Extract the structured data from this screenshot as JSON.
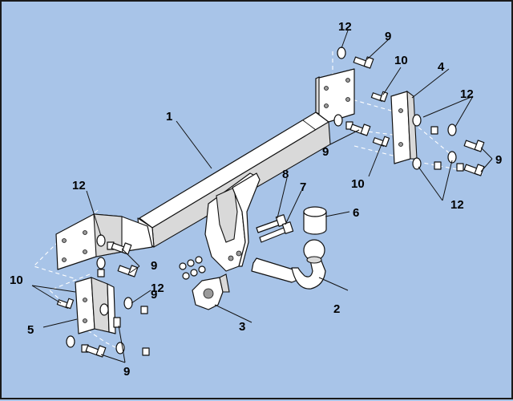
{
  "callouts": {
    "c1": "1",
    "c2": "2",
    "c3": "3",
    "c4": "4",
    "c5": "5",
    "c6": "6",
    "c7": "7",
    "c8": "8",
    "c9a": "9",
    "c9b": "9",
    "c9c": "9",
    "c9d": "9",
    "c9e": "9",
    "c9f": "9",
    "c10a": "10",
    "c10b": "10",
    "c10c": "10",
    "c12a": "12",
    "c12b": "12",
    "c12c": "12",
    "c12d": "12",
    "c12e": "12"
  }
}
